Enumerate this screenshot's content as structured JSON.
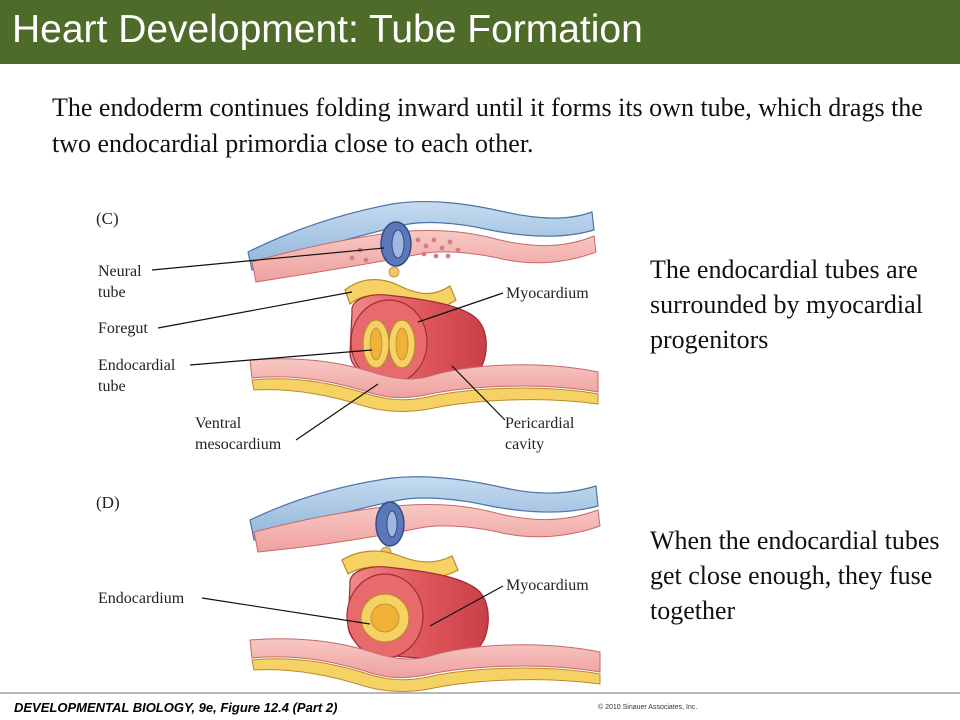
{
  "slide": {
    "title": "Heart Development: Tube Formation",
    "intro": "The endoderm continues folding inward until it forms its own tube, which drags the two endocardial primordia close to each other."
  },
  "figure": {
    "panel_c": {
      "tag": "(C)",
      "labels": {
        "neural_tube": [
          "Neural",
          "tube"
        ],
        "foregut": "Foregut",
        "endocardial_tube": [
          "Endocardial",
          "tube"
        ],
        "ventral_mesocardium": [
          "Ventral",
          "mesocardium"
        ],
        "myocardium": "Myocardium",
        "pericardial_cavity": [
          "Pericardial",
          "cavity"
        ]
      }
    },
    "panel_d": {
      "tag": "(D)",
      "labels": {
        "endocardium": "Endocardium",
        "myocardium": "Myocardium"
      }
    }
  },
  "notes": {
    "c": "The endocardial tubes are surrounded by myocardial progenitors",
    "d": "When the endocardial tubes get close enough, they fuse together"
  },
  "footer": {
    "credit": "DEVELOPMENTAL BIOLOGY, 9e, Figure 12.4 (Part 2)",
    "copyright": "© 2010 Sinauer Associates, Inc."
  },
  "colors": {
    "title_bar": "#4e6b2a",
    "ectoderm": "#a9c8e6",
    "neural_tube": "#5b79b8",
    "mesoderm": "#f3b9b6",
    "myocardium": "#e0595d",
    "endoderm": "#f6d264",
    "endocardium": "#f0b236"
  }
}
